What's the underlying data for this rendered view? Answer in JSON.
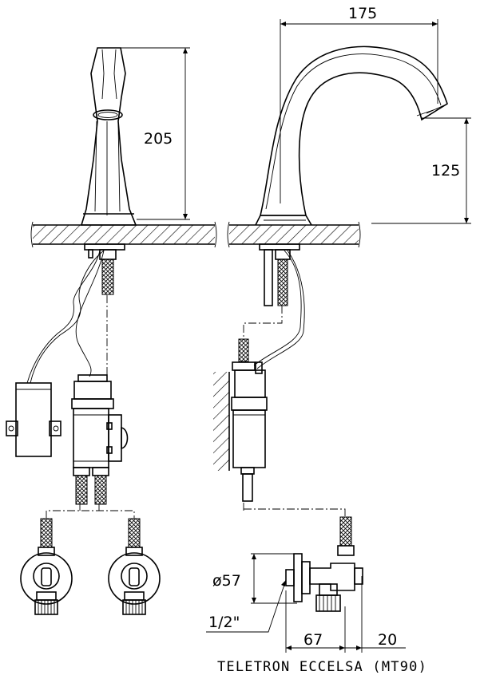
{
  "dimensions": {
    "spout_reach": "175",
    "faucet_height": "205",
    "spout_height": "125",
    "diameter": "ø57",
    "thread": "1/2\"",
    "depth_a": "67",
    "depth_b": "20"
  },
  "title": "TELETRON ECCELSA (MT90)"
}
